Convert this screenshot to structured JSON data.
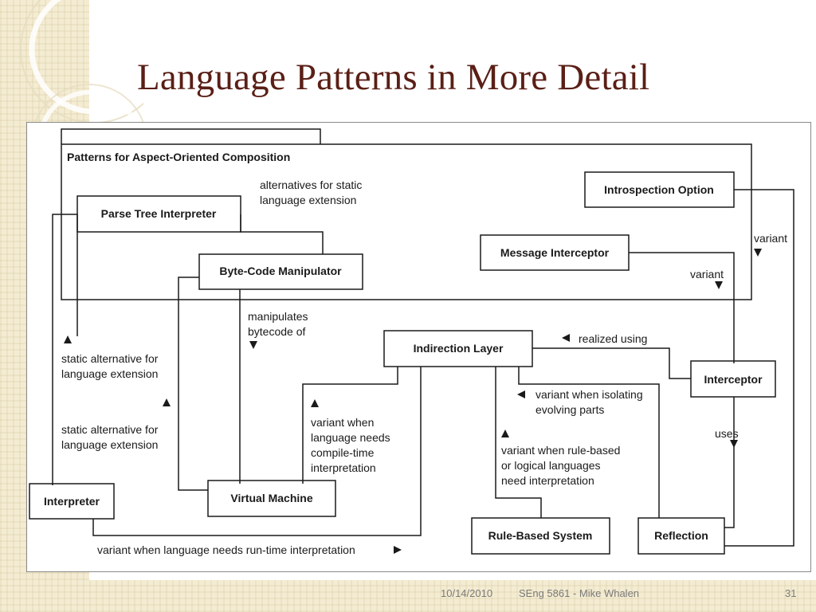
{
  "slide": {
    "title": "Language Patterns in More Detail",
    "footer_date": "10/14/2010",
    "footer_course": "SEng 5861 - Mike Whalen",
    "slide_number": "31"
  },
  "diagram": {
    "group_title": "Patterns for Aspect-Oriented Composition",
    "boxes": {
      "parse_tree_interpreter": "Parse Tree Interpreter",
      "byte_code_manipulator": "Byte-Code Manipulator",
      "introspection_option": "Introspection Option",
      "message_interceptor": "Message Interceptor",
      "indirection_layer": "Indirection Layer",
      "interceptor": "Interceptor",
      "virtual_machine": "Virtual Machine",
      "interpreter": "Interpreter",
      "rule_based_system": "Rule-Based System",
      "reflection": "Reflection"
    },
    "labels": {
      "alt_static_1": "alternatives for static",
      "alt_static_2": "language extension",
      "variant_right": "variant",
      "variant_mid": "variant",
      "manipulates_1": "manipulates",
      "manipulates_2": "bytecode of",
      "realized_using": "realized using",
      "static_alt_a1": "static alternative for",
      "static_alt_a2": "language extension",
      "static_alt_b1": "static alternative for",
      "static_alt_b2": "language extension",
      "isolating_1": "variant when isolating",
      "isolating_2": "evolving parts",
      "compile_1": "variant when",
      "compile_2": "language needs",
      "compile_3": "compile-time",
      "compile_4": "interpretation",
      "uses": "uses",
      "rule_1": "variant when rule-based",
      "rule_2": "or logical languages",
      "rule_3": "need interpretation",
      "runtime": "variant when language needs run-time interpretation"
    }
  }
}
